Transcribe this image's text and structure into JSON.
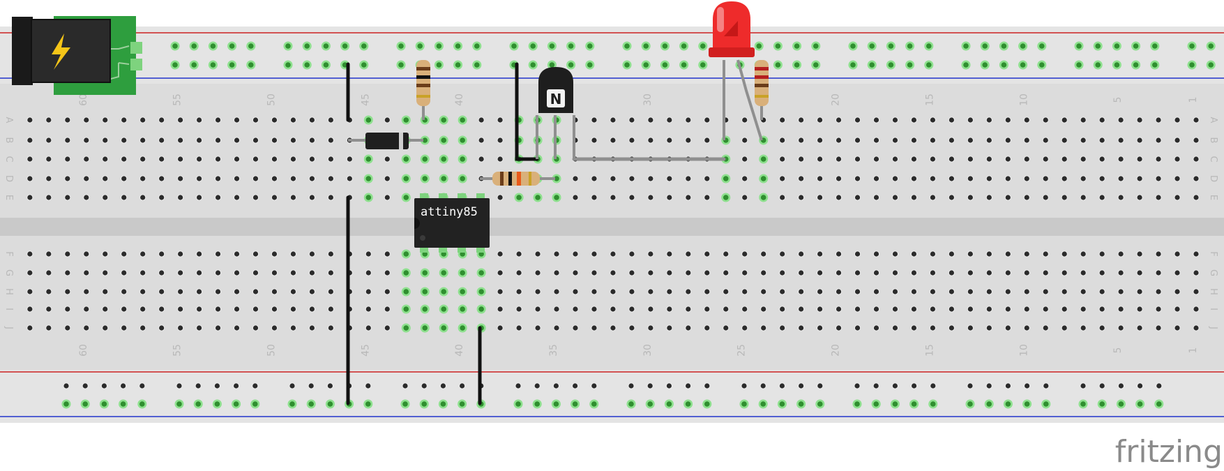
{
  "breadboard": {
    "columns": 63,
    "rows_top": [
      "A",
      "B",
      "C",
      "D",
      "E"
    ],
    "rows_bottom": [
      "F",
      "G",
      "H",
      "I",
      "J"
    ],
    "column_numbers": [
      "60",
      "55",
      "50",
      "45",
      "40",
      "35",
      "30",
      "25",
      "20",
      "15",
      "10",
      "5",
      "1"
    ],
    "column_numbers_top": [
      "60",
      "55",
      "50",
      "45",
      "40",
      "30",
      "20",
      "15",
      "10",
      "5",
      "1"
    ]
  },
  "components": {
    "chip_label": "attiny85",
    "transistor_mark": "N",
    "power_jack": "dc-power-jack",
    "diode": "diode",
    "resistors": [
      "resistor-rail",
      "resistor-base",
      "resistor-led"
    ],
    "led": "red-led"
  },
  "colors": {
    "board": "#dcdcdc",
    "rail_red": "#cc2222",
    "rail_blue": "#2233cc",
    "hole_active": "#5fd35f",
    "wire": "#1a1a1a",
    "lead": "#8f8f8f",
    "led": "#ee2b2b",
    "pcb": "#2e9e3e"
  },
  "logo": {
    "text": "fritzing"
  }
}
